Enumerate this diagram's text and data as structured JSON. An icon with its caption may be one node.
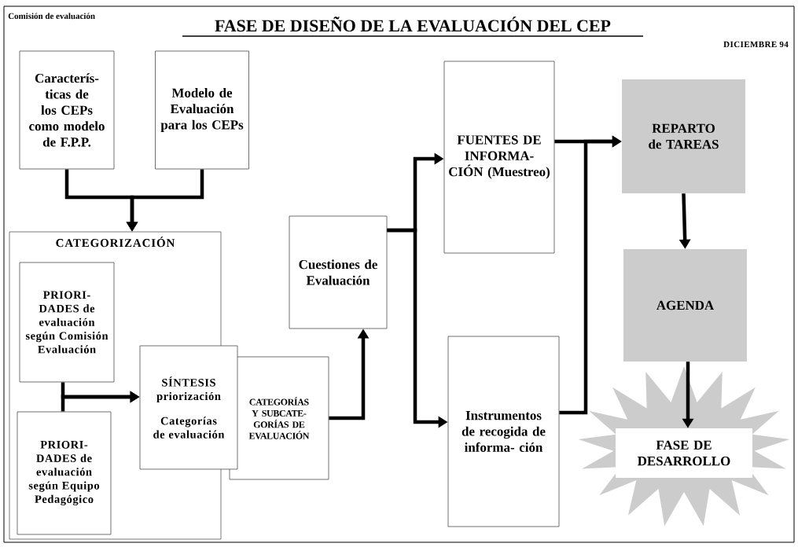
{
  "diagram": {
    "title": "FASE DE DISEÑO DE LA EVALUACIÓN DEL CEP",
    "nodes": [
      {
        "text": [
          "Caracterís- ticas de los CEPs como modelo de F.P.P."
        ]
      },
      {
        "text": [
          "Modelo de Evaluación para los CEPs"
        ]
      },
      {
        "text": [
          "CATEGORIZACIÓN"
        ]
      },
      {
        "text": [
          "PRIORI- DADES de evaluación según Comisión Evaluación"
        ],
        "in": 2
      },
      {
        "text": [
          "PRIORI- DADES de evaluación según Equipo Pedagógico"
        ],
        "in": 2
      },
      {
        "text": [
          "SÍNTESIS priorización",
          "Categorías de evaluación"
        ]
      },
      {
        "text": [
          "CATEGORÍAS Y SUBCATE- GORÍAS DE EVALUACIÓN"
        ]
      },
      {
        "text": [
          "Cuestiones de Evaluación"
        ]
      },
      {
        "text": [
          "FUENTES DE INFORMA- CIÓN (Muestreo)"
        ]
      },
      {
        "text": [
          "Instrumentos de recogida de informa- ción"
        ]
      },
      {
        "text": [
          "REPARTO de TAREAS"
        ]
      },
      {
        "text": [
          "AGENDA"
        ]
      },
      {
        "text": [
          "FASE DE DESARROLLO"
        ]
      }
    ],
    "edges": [
      {
        "from": 0,
        "to": 2,
        "arrow": "to"
      },
      {
        "from": 1,
        "to": 2,
        "arrow": "to"
      },
      {
        "from": 3,
        "to": 5,
        "arrow": "to"
      },
      {
        "from": 4,
        "to": 5,
        "arrow": "to"
      },
      {
        "from": 6,
        "to": 7,
        "arrow": "to"
      },
      {
        "from": 7,
        "to": 8,
        "arrow": "to"
      },
      {
        "from": 7,
        "to": 9,
        "arrow": "to"
      },
      {
        "from": 8,
        "to": 10,
        "arrow": "to"
      },
      {
        "from": 9,
        "to": 10,
        "arrow": "to"
      },
      {
        "from": 10,
        "to": 11,
        "arrow": "to"
      },
      {
        "from": 11,
        "to": 12,
        "arrow": "to"
      }
    ],
    "labels": [
      "Comisión de evaluación",
      "DICIEMBRE 94"
    ]
  }
}
